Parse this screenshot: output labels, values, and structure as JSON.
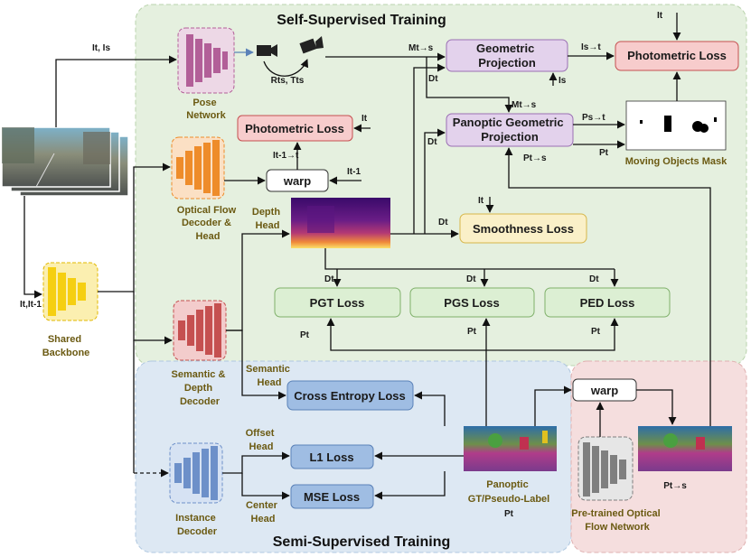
{
  "titles": {
    "self_supervised": "Self-Supervised Training",
    "semi_supervised": "Semi-Supervised Training"
  },
  "boxes": {
    "photometric_loss_main": "Photometric Loss",
    "geometric_projection": [
      "Geometric",
      "Projection"
    ],
    "panoptic_geometric_projection": [
      "Panoptic Geometric",
      "Projection"
    ],
    "photometric_loss_flow": "Photometric Loss",
    "warp_top": "warp",
    "smoothness_loss": "Smoothness Loss",
    "pgt_loss": "PGT Loss",
    "pgs_loss": "PGS Loss",
    "ped_loss": "PED Loss",
    "cross_entropy_loss": "Cross Entropy Loss",
    "l1_loss": "L1 Loss",
    "mse_loss": "MSE Loss",
    "warp_bottom": "warp"
  },
  "modules": {
    "pose_network": [
      "Pose",
      "Network"
    ],
    "optical_flow_decoder": [
      "Optical Flow",
      "Decoder &",
      "Head"
    ],
    "shared_backbone": [
      "Shared",
      "Backbone"
    ],
    "semantic_depth_decoder": [
      "Semantic &",
      "Depth",
      "Decoder"
    ],
    "instance_decoder": [
      "Instance",
      "Decoder"
    ],
    "pretrained_optical_flow": [
      "Pre-trained Optical",
      "Flow Network"
    ],
    "moving_objects_mask": "Moving Objects Mask",
    "panoptic_label": [
      "Panoptic",
      "GT/Pseudo-Label"
    ],
    "depth_head": [
      "Depth",
      "Head"
    ],
    "semantic_head": [
      "Semantic",
      "Head"
    ],
    "offset_head": [
      "Offset",
      "Head"
    ],
    "center_head": [
      "Center",
      "Head"
    ]
  },
  "labels": {
    "it_is": "It, Is",
    "it_it1": "It,It-1",
    "rts_tts": "Rts, Tts",
    "m_ts": "Mt→s",
    "dt": "Dt",
    "is": "Is",
    "is_t": "Is→t",
    "it": "It",
    "it1_t": "It-1→t",
    "it1": "It-1",
    "ps_t": "Ps→t",
    "pt": "Pt",
    "pt_s": "Pt→s",
    "pt_plain": "Pt"
  },
  "colors": {
    "self_region": "#e5f0df",
    "semi_region": "#dde8f3",
    "pretrained_region": "#f5dede",
    "loss_red": "#f7cccc",
    "loss_purple": "#e3d2ec",
    "loss_green": "#dcefd3",
    "loss_blue": "#9fbde3",
    "loss_yellow": "#faf0c8",
    "pose_purple": "#b25f98",
    "flow_orange": "#ee8c2a",
    "backbone_yellow": "#f5cf12",
    "semantic_red": "#c55050",
    "instance_blue": "#6d90c9",
    "pretrained_gray": "#7f7f7f"
  }
}
